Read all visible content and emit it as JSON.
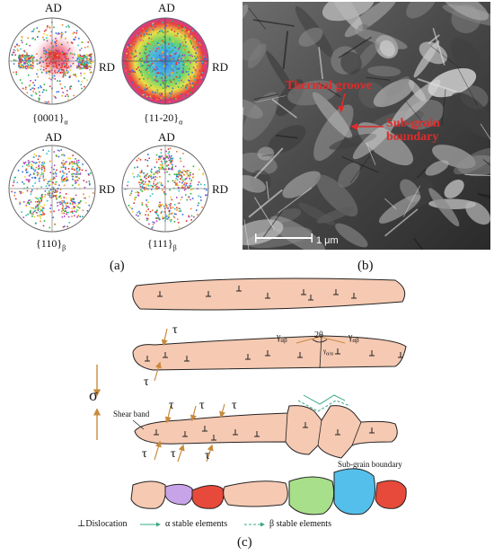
{
  "panel_a": {
    "label": "(a)",
    "figures": [
      {
        "title": "AD",
        "side": "RD",
        "caption_main": "{0001}",
        "caption_sub": "α"
      },
      {
        "title": "AD",
        "side": "RD",
        "caption_main": "{11-20}",
        "caption_sub": "α"
      },
      {
        "title": "AD",
        "side": "RD",
        "caption_main": "{110}",
        "caption_sub": "β"
      },
      {
        "title": "AD",
        "side": "RD",
        "caption_main": "{111}",
        "caption_sub": "β"
      }
    ]
  },
  "panel_b": {
    "label": "(b)",
    "annotation_1": "Thermal groove",
    "annotation_2_line1": "Sub-grain",
    "annotation_2_line2": "boundary",
    "scale_bar": "1 μm"
  },
  "panel_c": {
    "label": "(c)",
    "stress_symbol": "σ",
    "tau": "τ",
    "gamma": "γ",
    "gamma_sub_ab": "αβ",
    "gamma_sub_aa": "α/α",
    "two_theta": "2θ",
    "shear_band": "Shear band",
    "sub_grain_boundary": "Sub-grain boundary",
    "legend_dislocation": "⊥Dislocation",
    "legend_alpha": "α stable elements",
    "legend_beta": "β stable elements",
    "colors": {
      "grain": "#f6c9b2",
      "green_grain": "#a8df8a",
      "blue_grain": "#55bfeb",
      "red_grain": "#e74a3b",
      "purple_grain": "#c7a3e8",
      "arrow": "#c98a3c",
      "alpha_line": "#3aa886",
      "beta_line": "#3aa886"
    }
  }
}
